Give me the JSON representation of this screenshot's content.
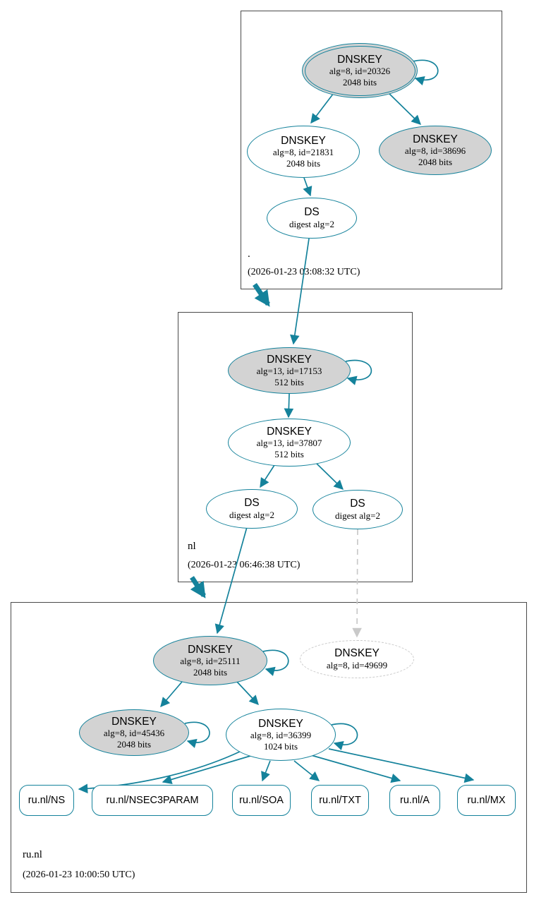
{
  "graph": {
    "colors": {
      "edge_teal": "#14829b",
      "node_fill_gray": "#d3d3d3",
      "missing_gray": "#c9c9c9",
      "zone_border": "#4a4a4a"
    },
    "zones": {
      "root": {
        "name": ".",
        "timestamp": "(2026-01-23 03:08:32 UTC)"
      },
      "nl": {
        "name": "nl",
        "timestamp": "(2026-01-23 06:46:38 UTC)"
      },
      "runl": {
        "name": "ru.nl",
        "timestamp": "(2026-01-23 10:00:50 UTC)"
      }
    },
    "nodes": {
      "root_ksk": {
        "type": "DNSKEY",
        "detail": "alg=8, id=20326",
        "bits": "2048 bits"
      },
      "root_zsk": {
        "type": "DNSKEY",
        "detail": "alg=8, id=21831",
        "bits": "2048 bits"
      },
      "root_key38696": {
        "type": "DNSKEY",
        "detail": "alg=8, id=38696",
        "bits": "2048 bits"
      },
      "root_ds": {
        "type": "DS",
        "detail": "digest alg=2"
      },
      "nl_ksk": {
        "type": "DNSKEY",
        "detail": "alg=13, id=17153",
        "bits": "512 bits"
      },
      "nl_zsk": {
        "type": "DNSKEY",
        "detail": "alg=13, id=37807",
        "bits": "512 bits"
      },
      "nl_ds_1": {
        "type": "DS",
        "detail": "digest alg=2"
      },
      "nl_ds_2": {
        "type": "DS",
        "detail": "digest alg=2"
      },
      "runl_ksk": {
        "type": "DNSKEY",
        "detail": "alg=8, id=25111",
        "bits": "2048 bits"
      },
      "runl_key_missing": {
        "type": "DNSKEY",
        "detail": "alg=8, id=49699"
      },
      "runl_key45436": {
        "type": "DNSKEY",
        "detail": "alg=8, id=45436",
        "bits": "2048 bits"
      },
      "runl_zsk": {
        "type": "DNSKEY",
        "detail": "alg=8, id=36399",
        "bits": "1024 bits"
      }
    },
    "rrsets": [
      {
        "label": "ru.nl/NS"
      },
      {
        "label": "ru.nl/NSEC3PARAM"
      },
      {
        "label": "ru.nl/SOA"
      },
      {
        "label": "ru.nl/TXT"
      },
      {
        "label": "ru.nl/A"
      },
      {
        "label": "ru.nl/MX"
      }
    ]
  }
}
